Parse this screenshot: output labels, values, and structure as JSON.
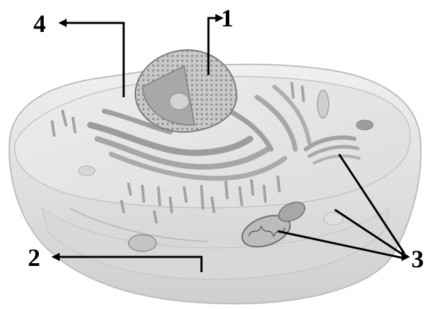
{
  "labels": {
    "label_1": "1",
    "label_2": "2",
    "label_3": "3",
    "label_4": "4"
  },
  "colors": {
    "cell_fill": "#e4e4e4",
    "cell_shade": "#c9c9c9",
    "organelle_fill": "#b5b5b5",
    "nucleus_fill": "#a3a3a3",
    "pointer": "#000000"
  }
}
